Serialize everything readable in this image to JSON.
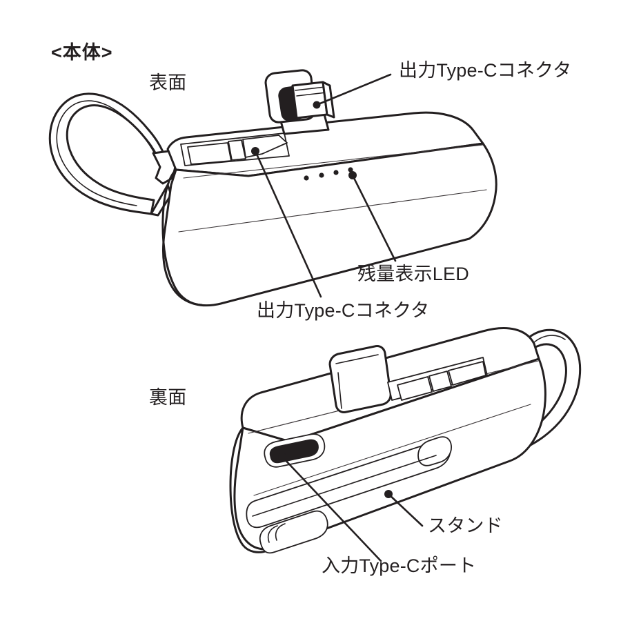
{
  "figure": {
    "section_title": "<本体>",
    "background_color": "#ffffff",
    "line_color": "#231f20"
  },
  "views": {
    "front": {
      "view_label": "表面",
      "callouts": [
        {
          "id": "output-connector-top",
          "text": "出力Type-Cコネクタ"
        },
        {
          "id": "battery-led",
          "text": "残量表示LED"
        },
        {
          "id": "output-connector-bottom",
          "text": "出力Type-Cコネクタ"
        }
      ],
      "led_count": 4
    },
    "back": {
      "view_label": "裏面",
      "callouts": [
        {
          "id": "stand",
          "text": "スタンド"
        },
        {
          "id": "input-port",
          "text": "入力Type-Cポート"
        }
      ]
    }
  },
  "labels": {
    "section": "<本体>",
    "front_side": "表面",
    "back_side": "裏面",
    "output_connector_top": "出力Type-Cコネクタ",
    "battery_led": "残量表示LED",
    "output_connector_bottom": "出力Type-Cコネクタ",
    "stand": "スタンド",
    "input_port": "入力Type-Cポート"
  }
}
